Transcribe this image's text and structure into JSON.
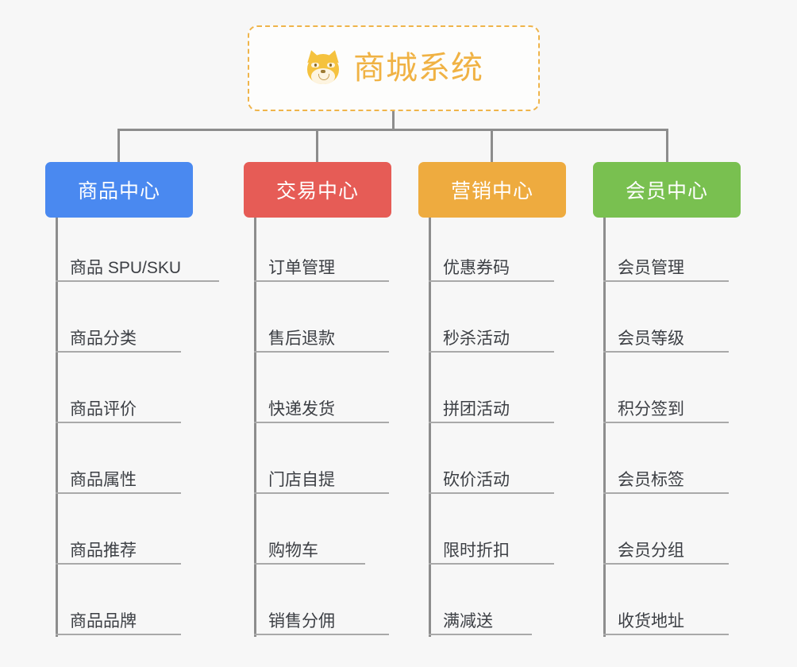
{
  "page": {
    "background_color": "#f7f7f7",
    "type": "mindmap-tree"
  },
  "root": {
    "title": "商城系统",
    "icon": "shiba-dog-icon",
    "text_color": "#f0b244",
    "border_color": "#efb44a",
    "background_color": "#fdfdfc"
  },
  "columns": [
    {
      "id": "product-center",
      "title": "商品中心",
      "color": "#4a89f0",
      "items": [
        "商品 SPU/SKU",
        "商品分类",
        "商品评价",
        "商品属性",
        "商品推荐",
        "商品品牌"
      ]
    },
    {
      "id": "trade-center",
      "title": "交易中心",
      "color": "#e65c56",
      "items": [
        "订单管理",
        "售后退款",
        "快递发货",
        "门店自提",
        "购物车",
        "销售分佣"
      ]
    },
    {
      "id": "marketing-center",
      "title": "营销中心",
      "color": "#eeab3f",
      "items": [
        "优惠券码",
        "秒杀活动",
        "拼团活动",
        "砍价活动",
        "限时折扣",
        "满减送"
      ]
    },
    {
      "id": "member-center",
      "title": "会员中心",
      "color": "#79c050",
      "items": [
        "会员管理",
        "会员等级",
        "积分签到",
        "会员标签",
        "会员分组",
        "收货地址"
      ]
    }
  ],
  "connector": {
    "color": "#8d8d8d",
    "underline_color": "#a9a9a9"
  }
}
